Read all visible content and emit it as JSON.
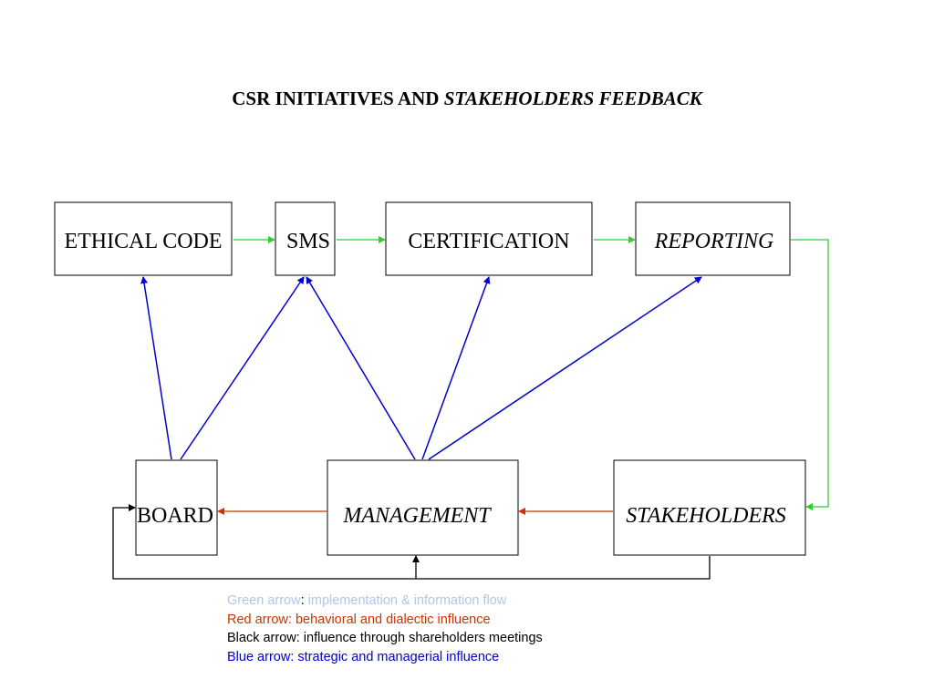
{
  "title": {
    "normal": "CSR INITIATIVES AND ",
    "italic": "STAKEHOLDERS FEEDBACK"
  },
  "nodes": {
    "ethical_code": "ETHICAL CODE",
    "sms": "SMS",
    "certification": "CERTIFICATION",
    "reporting": "REPORTING",
    "board": "BOARD",
    "management": "MANAGEMENT",
    "stakeholders": "STAKEHOLDERS"
  },
  "legend": {
    "green": {
      "name": "Green arrow",
      "sep": ": ",
      "desc": "implementation & information flow"
    },
    "red": "Red arrow: behavioral and dialectic influence",
    "black": "Black arrow: influence through shareholders meetings",
    "blue": "Blue arrow: strategic and managerial influence"
  },
  "colors": {
    "green": "#33cc33",
    "red": "#cc3300",
    "black": "#000000",
    "blue": "#0000cc",
    "legend_green": "#b3c6e8"
  }
}
